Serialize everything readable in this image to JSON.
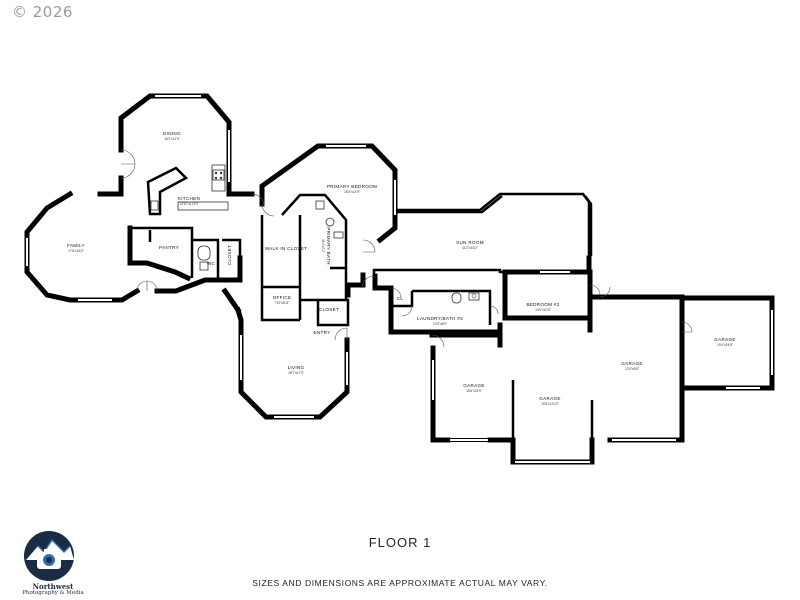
{
  "copyright": "© 2026",
  "floor_label": "FLOOR 1",
  "disclaimer": "SIZES AND DIMENSIONS ARE APPROXIMATE ACTUAL MAY VARY.",
  "logo": {
    "name": "Northwest",
    "tagline": "Photography & Media",
    "icon": "camera-mountain-logo-icon",
    "color": "#1c2b44"
  },
  "rooms": [
    {
      "id": "dining",
      "name": "DINING",
      "dims": "16'2\"x11'9\""
    },
    {
      "id": "kitchen",
      "name": "KITCHEN",
      "dims": "13'10\"x11'10\""
    },
    {
      "id": "family",
      "name": "FAMILY",
      "dims": "17'8\"x18'2\""
    },
    {
      "id": "pantry",
      "name": "PANTRY",
      "dims": ""
    },
    {
      "id": "wc",
      "name": "WC",
      "dims": ""
    },
    {
      "id": "closet-hall",
      "name": "CLOSET",
      "dims": ""
    },
    {
      "id": "primary-bedroom",
      "name": "PRIMARY BEDROOM",
      "dims": "16'0\"x14'9\""
    },
    {
      "id": "walk-in-closet",
      "name": "WALK IN CLOSET",
      "dims": ""
    },
    {
      "id": "primary-bath",
      "name": "PRIMARY BATH",
      "dims": "11'4\"x7'2\""
    },
    {
      "id": "office",
      "name": "OFFICE",
      "dims": "7'10\"x8'11\""
    },
    {
      "id": "closet-entry",
      "name": "CLOSET",
      "dims": ""
    },
    {
      "id": "entry",
      "name": "ENTRY",
      "dims": ""
    },
    {
      "id": "living",
      "name": "LIVING",
      "dims": "18'7\"x17'3\""
    },
    {
      "id": "sun-room",
      "name": "SUN ROOM",
      "dims": "41'2\"x16'2\""
    },
    {
      "id": "cl",
      "name": "CL",
      "dims": ""
    },
    {
      "id": "laundry-bath",
      "name": "LAUNDRY/BATH #2",
      "dims": "13'0\"x6'9\""
    },
    {
      "id": "bedroom-2",
      "name": "BEDROOM #2",
      "dims": "14'0\"x10'3\""
    },
    {
      "id": "garage-1",
      "name": "GARAGE",
      "dims": "15'6\"x24'9\""
    },
    {
      "id": "garage-2",
      "name": "GARAGE",
      "dims": "15'8\"x13'10\""
    },
    {
      "id": "garage-3",
      "name": "GARAGE",
      "dims": "12'0\"x9'8\""
    },
    {
      "id": "garage-4",
      "name": "GARAGE",
      "dims": "19'4\"x24'8\""
    }
  ]
}
